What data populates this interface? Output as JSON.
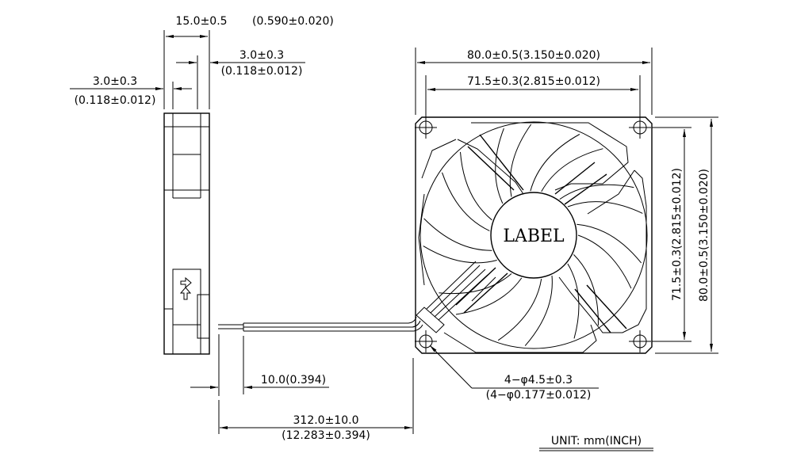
{
  "side_view": {
    "overall_thickness": {
      "mm": "15.0±0.5",
      "inch": "(0.590±0.020)"
    },
    "right_flange": {
      "mm": "3.0±0.3",
      "inch": "(0.118±0.012)"
    },
    "left_flange": {
      "mm": "3.0±0.3",
      "inch": "(0.118±0.012)"
    },
    "airflow_arrows": [
      "arrow-right-icon",
      "arrow-up-icon"
    ]
  },
  "cable": {
    "strip_length": "10.0(0.394)",
    "lead_length": {
      "mm": "312.0±10.0",
      "inch": "(12.283±0.394)"
    }
  },
  "front_view": {
    "label": "LABEL",
    "frame_width": {
      "mm": "80.0±0.5",
      "inch": "(3.150±0.020)",
      "text": "80.0±0.5(3.150±0.020)"
    },
    "hole_pitch_width": {
      "text": "71.5±0.3(2.815±0.012)"
    },
    "hole_pitch_height": {
      "text": "71.5±0.3(2.815±0.012)"
    },
    "frame_height": {
      "text": "80.0±0.5(3.150±0.020)"
    },
    "holes": {
      "mm": "4−φ4.5±0.3",
      "inch": "(4−φ0.177±0.012)"
    },
    "blade_count": 9
  },
  "unit": "UNIT:  mm(INCH)"
}
